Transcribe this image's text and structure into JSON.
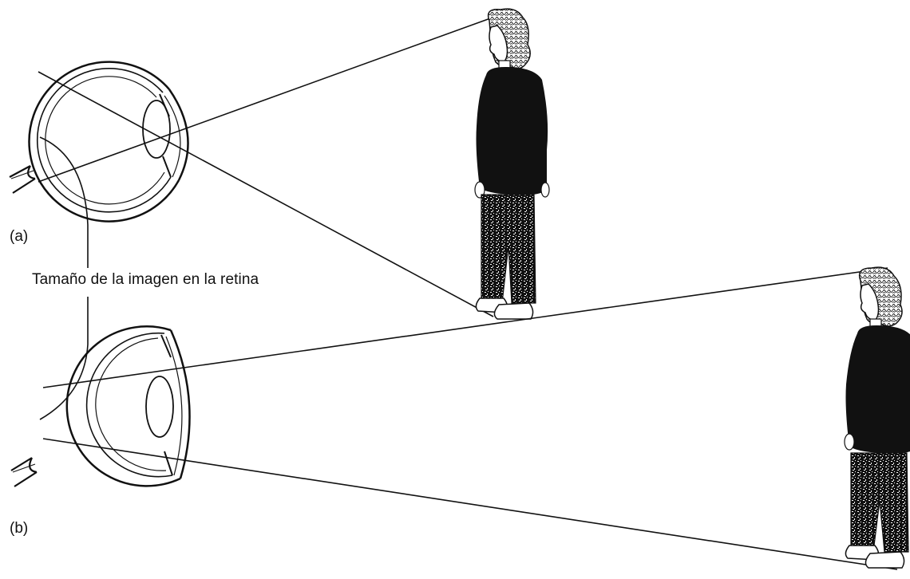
{
  "labels": {
    "panel_a": "(a)",
    "panel_b": "(b)",
    "caption": "Tamaño de la imagen en la retina"
  },
  "colors": {
    "ink": "#111111",
    "background": "#ffffff"
  }
}
